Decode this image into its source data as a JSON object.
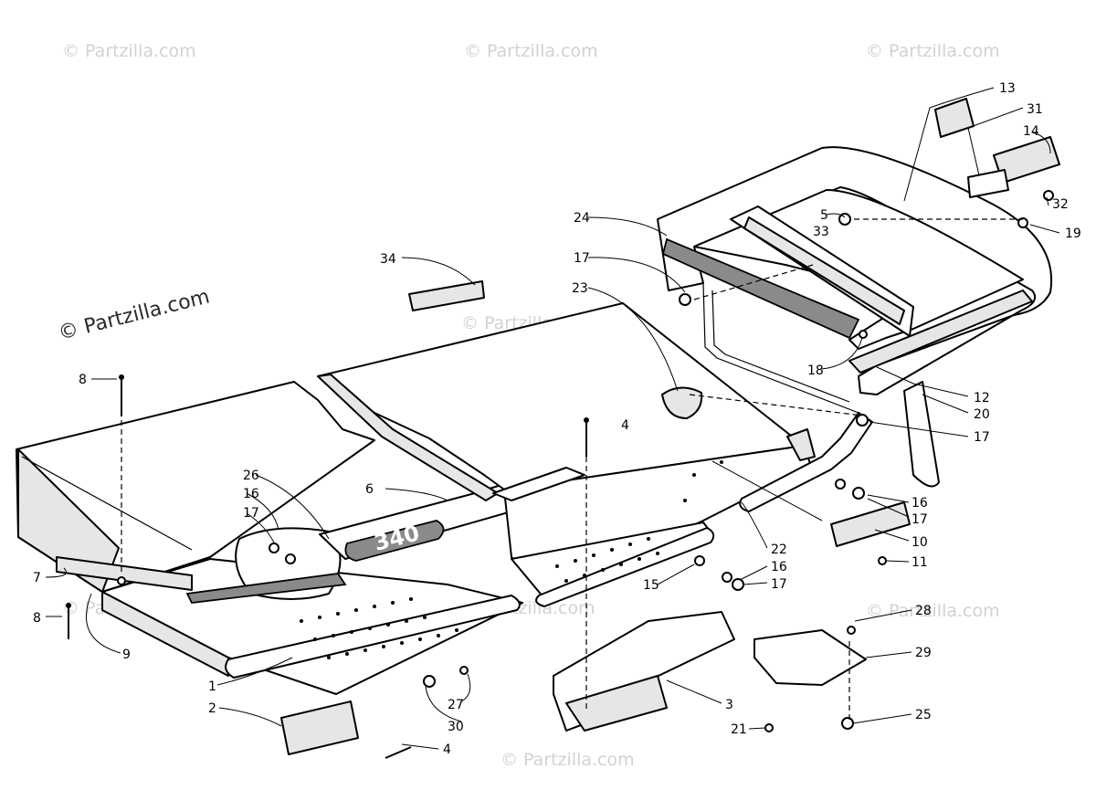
{
  "watermarks": {
    "light": "© Partzilla.com",
    "dark": "© Partzilla.com"
  },
  "badge": "340",
  "callouts": [
    {
      "id": "c1",
      "label": "1"
    },
    {
      "id": "c2",
      "label": "2"
    },
    {
      "id": "c3",
      "label": "3"
    },
    {
      "id": "c4a",
      "label": "4"
    },
    {
      "id": "c4b",
      "label": "4"
    },
    {
      "id": "c5",
      "label": "5"
    },
    {
      "id": "c6",
      "label": "6"
    },
    {
      "id": "c7",
      "label": "7"
    },
    {
      "id": "c8a",
      "label": "8"
    },
    {
      "id": "c8b",
      "label": "8"
    },
    {
      "id": "c9",
      "label": "9"
    },
    {
      "id": "c10",
      "label": "10"
    },
    {
      "id": "c11",
      "label": "11"
    },
    {
      "id": "c12",
      "label": "12"
    },
    {
      "id": "c13",
      "label": "13"
    },
    {
      "id": "c14",
      "label": "14"
    },
    {
      "id": "c15",
      "label": "15"
    },
    {
      "id": "c16a",
      "label": "16"
    },
    {
      "id": "c16b",
      "label": "16"
    },
    {
      "id": "c16c",
      "label": "16"
    },
    {
      "id": "c17a",
      "label": "17"
    },
    {
      "id": "c17b",
      "label": "17"
    },
    {
      "id": "c17c",
      "label": "17"
    },
    {
      "id": "c17d",
      "label": "17"
    },
    {
      "id": "c17e",
      "label": "17"
    },
    {
      "id": "c18",
      "label": "18"
    },
    {
      "id": "c19",
      "label": "19"
    },
    {
      "id": "c20",
      "label": "20"
    },
    {
      "id": "c21",
      "label": "21"
    },
    {
      "id": "c22",
      "label": "22"
    },
    {
      "id": "c23",
      "label": "23"
    },
    {
      "id": "c24",
      "label": "24"
    },
    {
      "id": "c25",
      "label": "25"
    },
    {
      "id": "c26",
      "label": "26"
    },
    {
      "id": "c27",
      "label": "27"
    },
    {
      "id": "c28",
      "label": "28"
    },
    {
      "id": "c29",
      "label": "29"
    },
    {
      "id": "c30",
      "label": "30"
    },
    {
      "id": "c31",
      "label": "31"
    },
    {
      "id": "c32",
      "label": "32"
    },
    {
      "id": "c33",
      "label": "33"
    },
    {
      "id": "c34",
      "label": "34"
    }
  ]
}
